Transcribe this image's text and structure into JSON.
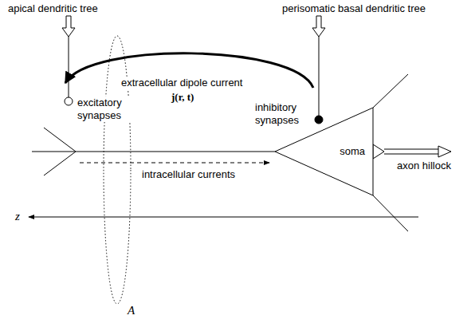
{
  "diagram": {
    "nodes": [
      {
        "text": [
          "soma"
        ]
      }
    ],
    "labels": [
      "apical dendritic tree",
      "perisomatic basal dendritic tree",
      "extracellular dipole current",
      "j(r, t)",
      "excitatory synapses",
      "inhibitory synapses",
      "axon hillock",
      "intracellular currents",
      "z",
      "A"
    ]
  }
}
